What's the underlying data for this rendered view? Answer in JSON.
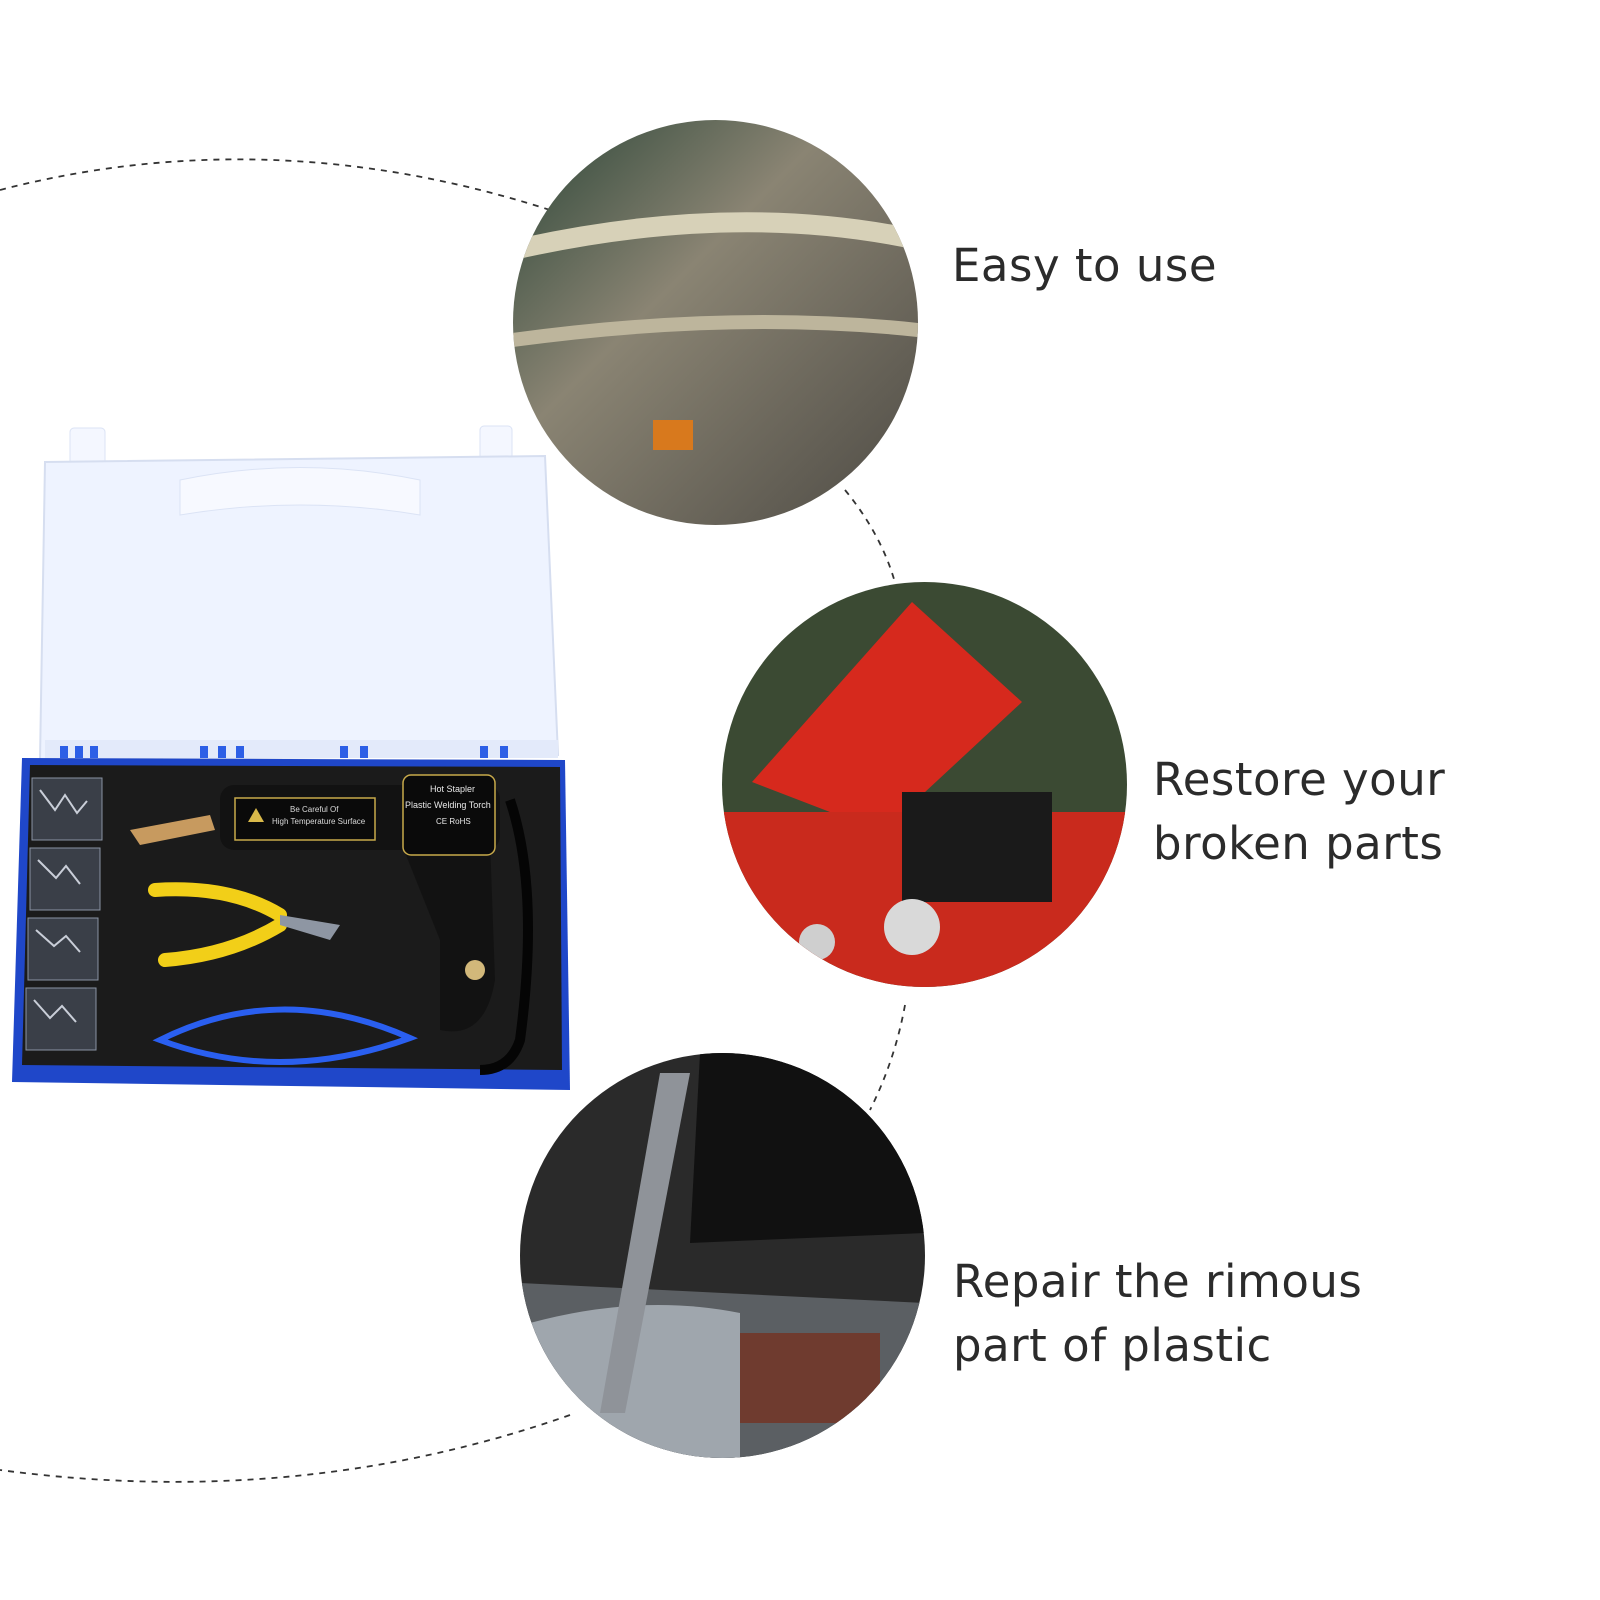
{
  "features": [
    {
      "text": "Easy to use"
    },
    {
      "text": "Restore your broken parts",
      "lines": [
        "Restore your",
        "broken parts"
      ]
    },
    {
      "text": "Repair the rimous part of plastic",
      "lines": [
        "Repair the rimous",
        "part of plastic"
      ]
    }
  ],
  "product": {
    "label_left_line1": "Be Careful Of",
    "label_left_line2": "High Temperature Surface",
    "label_right_line1": "Hot Stapler",
    "label_right_line2": "Plastic Welding Torch",
    "label_right_line3": "CE RoHS"
  },
  "colors": {
    "case_blue": "#1f47c9",
    "foam": "#1b1b1b",
    "lid": "#eef3ff",
    "plier_handle": "#f2cf18",
    "text": "#2b2b2b"
  },
  "icons": [
    "dashed-arc",
    "staple-box",
    "welding-gun",
    "pliers",
    "warning-icon"
  ]
}
